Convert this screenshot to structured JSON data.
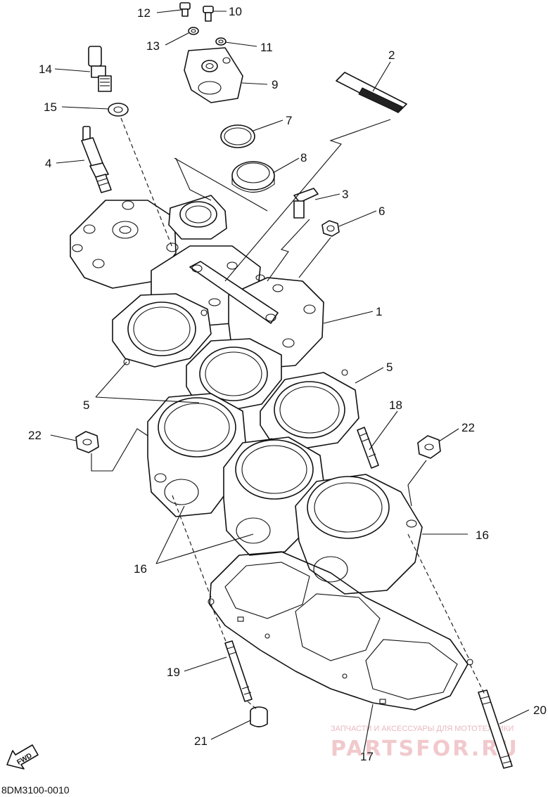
{
  "diagram_code": "8DM3100-0010",
  "fwd_label": "FWD",
  "watermark": {
    "caption": "ЗАПЧАСТИ И АКСЕССУАРЫ ДЛЯ МОТОТЕХНИКИ",
    "logo_text": "PARTSFOR.RU"
  },
  "callouts": [
    {
      "id": "c1",
      "text": "1"
    },
    {
      "id": "c2",
      "text": "2"
    },
    {
      "id": "c3",
      "text": "3"
    },
    {
      "id": "c4",
      "text": "4"
    },
    {
      "id": "c5a",
      "text": "5"
    },
    {
      "id": "c5b",
      "text": "5"
    },
    {
      "id": "c6",
      "text": "6"
    },
    {
      "id": "c7",
      "text": "7"
    },
    {
      "id": "c8",
      "text": "8"
    },
    {
      "id": "c9",
      "text": "9"
    },
    {
      "id": "c10",
      "text": "10"
    },
    {
      "id": "c11",
      "text": "11"
    },
    {
      "id": "c12",
      "text": "12"
    },
    {
      "id": "c13",
      "text": "13"
    },
    {
      "id": "c14",
      "text": "14"
    },
    {
      "id": "c15",
      "text": "15"
    },
    {
      "id": "c16a",
      "text": "16"
    },
    {
      "id": "c16b",
      "text": "16"
    },
    {
      "id": "c17",
      "text": "17"
    },
    {
      "id": "c18",
      "text": "18"
    },
    {
      "id": "c19",
      "text": "19"
    },
    {
      "id": "c20",
      "text": "20"
    },
    {
      "id": "c21",
      "text": "21"
    },
    {
      "id": "c22a",
      "text": "22"
    },
    {
      "id": "c22b",
      "text": "22"
    }
  ]
}
